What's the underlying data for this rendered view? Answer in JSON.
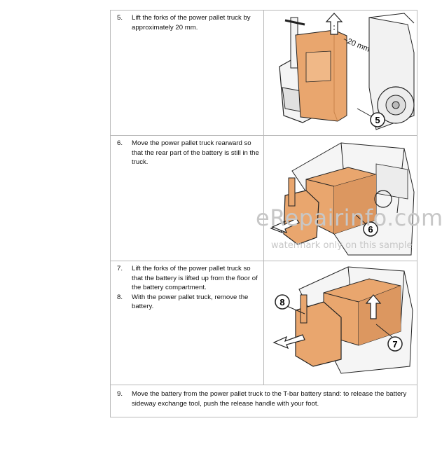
{
  "steps": [
    {
      "num": "5.",
      "text": "Lift the forks of the power pallet truck by approximately 20 mm."
    },
    {
      "num": "6.",
      "text": "Move the power pallet truck rearward so that the rear part of the battery is still in the truck."
    },
    {
      "num": "7.",
      "text": "Lift the forks of the power pallet truck so that the battery is lifted up from the floor of the battery compartment."
    },
    {
      "num": "8.",
      "text": "With the power pallet truck, remove the battery."
    },
    {
      "num": "9.",
      "text": "Move the battery from the power pallet truck to the T-bar battery stand: to release the battery sideway exchange tool, push the release handle with your foot."
    }
  ],
  "figures": {
    "fig1": {
      "callout": "5",
      "dimension": "~20 mm"
    },
    "fig2": {
      "callout": "6"
    },
    "fig3": {
      "callouts": [
        "8",
        "7"
      ]
    }
  },
  "watermark": {
    "main": "eRepairinfo.com",
    "sub": "watermark only on this sample"
  },
  "colors": {
    "battery": "#e9a66e",
    "battery_dark": "#c9834a",
    "line": "#222222",
    "truck_gray": "#e8e8e8"
  }
}
